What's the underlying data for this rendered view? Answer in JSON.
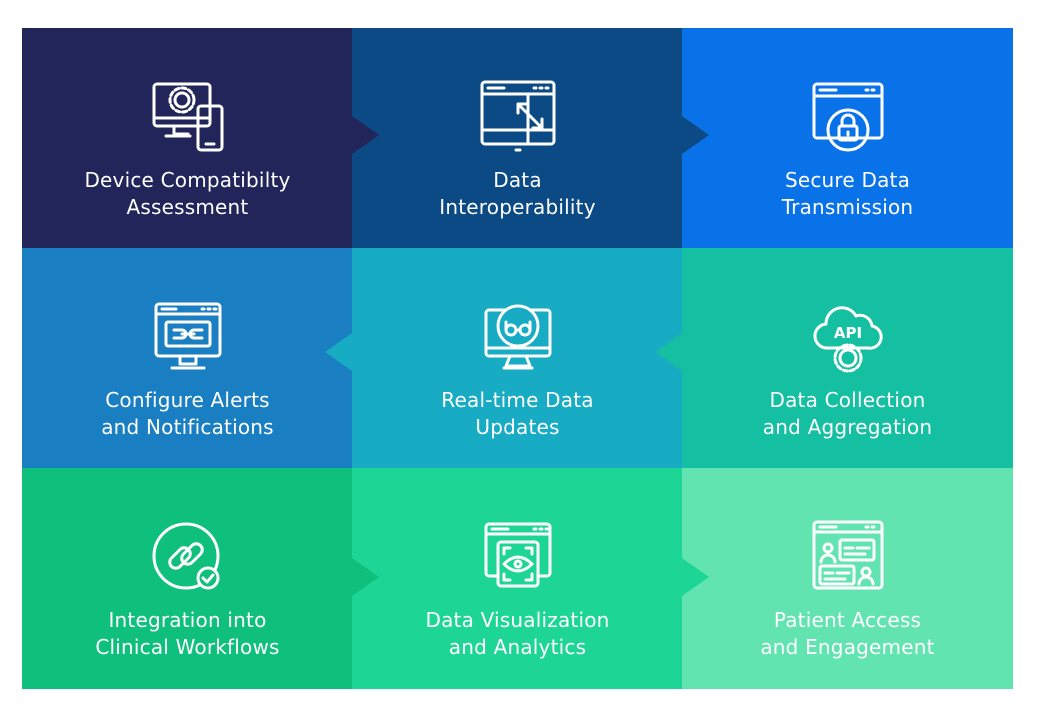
{
  "steps": [
    {
      "label_1": "Device Compatibilty",
      "label_2": "Assessment",
      "icon": "monitor-gear-icon",
      "color": "#22255a"
    },
    {
      "label_1": "Data",
      "label_2": "Interoperability",
      "icon": "window-resize-icon",
      "color": "#0b4a84"
    },
    {
      "label_1": "Secure Data",
      "label_2": "Transmission",
      "icon": "window-lock-icon",
      "color": "#0a72e8"
    },
    {
      "label_1": "Configure Alerts",
      "label_2": "and Notifications",
      "icon": "monitor-chain-icon",
      "color": "#1a7ec2"
    },
    {
      "label_1": "Real-time Data",
      "label_2": "Updates",
      "icon": "monitor-glasses-icon",
      "color": "#17abc4"
    },
    {
      "label_1": "Data Collection",
      "label_2": "and Aggregation",
      "icon": "api-cloud-icon",
      "color": "#15c0a2"
    },
    {
      "label_1": "Integration into",
      "label_2": "Clinical Workflows",
      "icon": "link-check-icon",
      "color": "#0fc07c"
    },
    {
      "label_1": "Data Visualization",
      "label_2": "and Analytics",
      "icon": "window-eye-icon",
      "color": "#1dd696"
    },
    {
      "label_1": "Patient Access",
      "label_2": "and Engagement",
      "icon": "window-profiles-icon",
      "color": "#62e4b0"
    }
  ],
  "api_text": "API"
}
